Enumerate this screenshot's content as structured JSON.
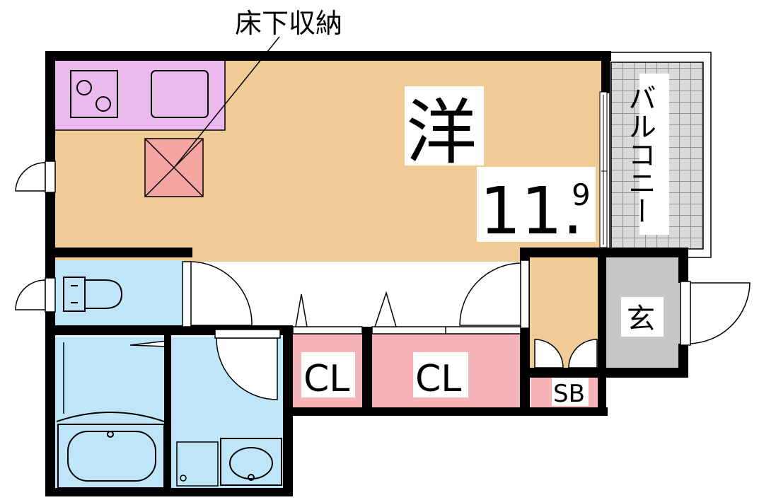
{
  "labels": {
    "underfloor_storage": "床下収納",
    "room_type": "洋",
    "room_size_main": "11.",
    "room_size_decimal": "9",
    "balcony": "バルコニー",
    "entrance": "玄",
    "closet_1": "CL",
    "closet_2": "CL",
    "shoe_box": "SB"
  },
  "colors": {
    "wall": "#000000",
    "room_floor": "#f0cb96",
    "kitchen": "#ebb9ee",
    "wet_area": "#bfe6f8",
    "closet": "#f6b3b8",
    "entrance": "#c6c6c6",
    "balcony_grid": "#888888",
    "underfloor_hatch": "#f4a5a2"
  }
}
